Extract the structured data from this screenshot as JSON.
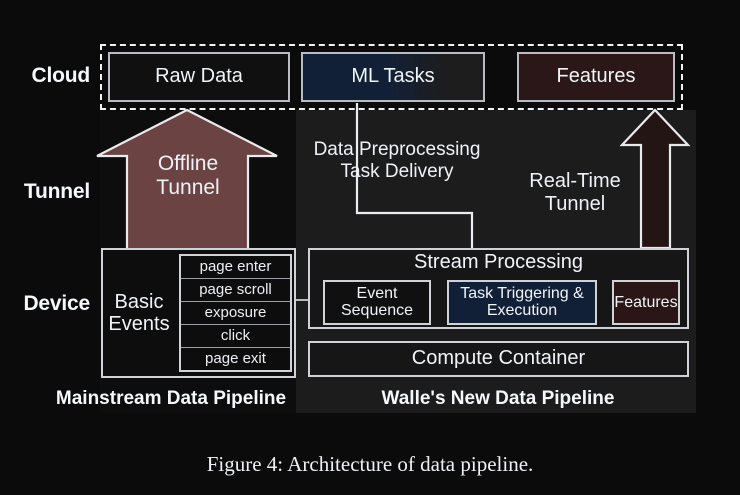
{
  "figure": {
    "caption": "Figure 4: Architecture of data pipeline."
  },
  "row_labels": {
    "cloud": "Cloud",
    "tunnel": "Tunnel",
    "device": "Device"
  },
  "cloud": {
    "raw_data": "Raw Data",
    "ml_tasks": "ML Tasks",
    "features": "Features"
  },
  "tunnel": {
    "offline": "Offline\nTunnel",
    "preprocessing": "Data Preprocessing\nTask Delivery",
    "realtime": "Real-Time\nTunnel"
  },
  "device": {
    "basic_events": "Basic\nEvents",
    "events": [
      "page enter",
      "page scroll",
      "exposure",
      "click",
      "page exit"
    ],
    "stream_processing": "Stream Processing",
    "event_sequence": "Event\nSequence",
    "task_triggering": "Task Triggering\n& Execution",
    "features": "Features",
    "compute_container": "Compute Container"
  },
  "pipelines": {
    "mainstream": "Mainstream Data Pipeline",
    "walle": "Walle's New Data Pipeline"
  },
  "colors": {
    "background": "#0b0b0b",
    "panel_right": "#1c1c1c",
    "panel_left": "#0d0d0d",
    "offline_arrow_fill": "#6b4343",
    "realtime_arrow_fill": "#241515",
    "ml_accent": "#122037",
    "features_accent": "#2b1717",
    "stroke": "#cfd2d6",
    "text": "#f0f4f9"
  }
}
